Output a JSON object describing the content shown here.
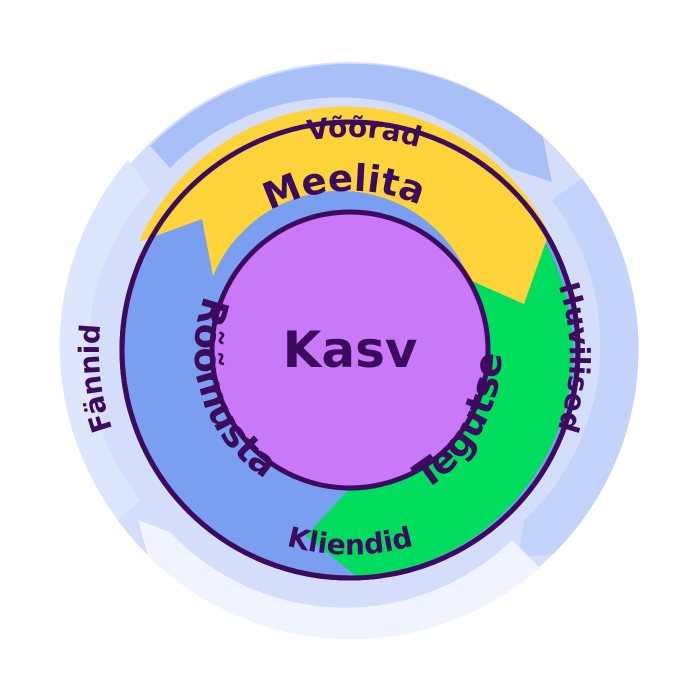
{
  "diagram": {
    "center": {
      "label": "Kasv",
      "color": "#c978f7"
    },
    "stages": [
      {
        "id": "meelita",
        "label": "Meelita",
        "color": "#ffd43b"
      },
      {
        "id": "tegutse",
        "label": "Tegutse",
        "color": "#00dc5e"
      },
      {
        "id": "roomusta",
        "label": "Rõõmusta",
        "color": "#7b9ff0"
      }
    ],
    "audiences": [
      {
        "id": "voorad",
        "label": "Võõrad"
      },
      {
        "id": "huvilised",
        "label": "Huvilised"
      },
      {
        "id": "kliendid",
        "label": "Kliendid"
      },
      {
        "id": "fannid",
        "label": "Fännid"
      }
    ],
    "colors": {
      "outline": "#3d0b5e",
      "outer_ring": "#d4defb",
      "outer_arrow": "#a8c0f7",
      "outer_arrow_light": "#f0f4fe"
    }
  }
}
